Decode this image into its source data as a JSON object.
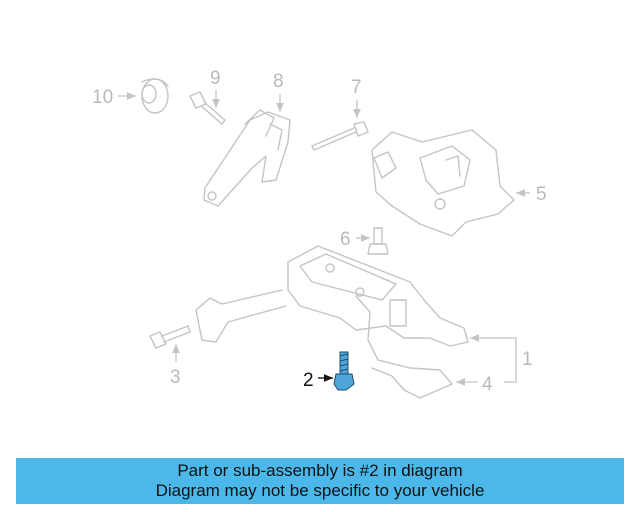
{
  "diagram": {
    "callouts": [
      "10",
      "9",
      "8",
      "7",
      "5",
      "6",
      "1",
      "4",
      "3",
      "2"
    ],
    "highlighted_part": "2",
    "colors": {
      "parts": "#c4c4c4",
      "highlight": "#4ea6d8",
      "banner": "#4cb8ea"
    }
  },
  "banner": {
    "line1": "Part or sub-assembly is #2 in diagram",
    "line2": "Diagram may not be specific to your vehicle"
  }
}
